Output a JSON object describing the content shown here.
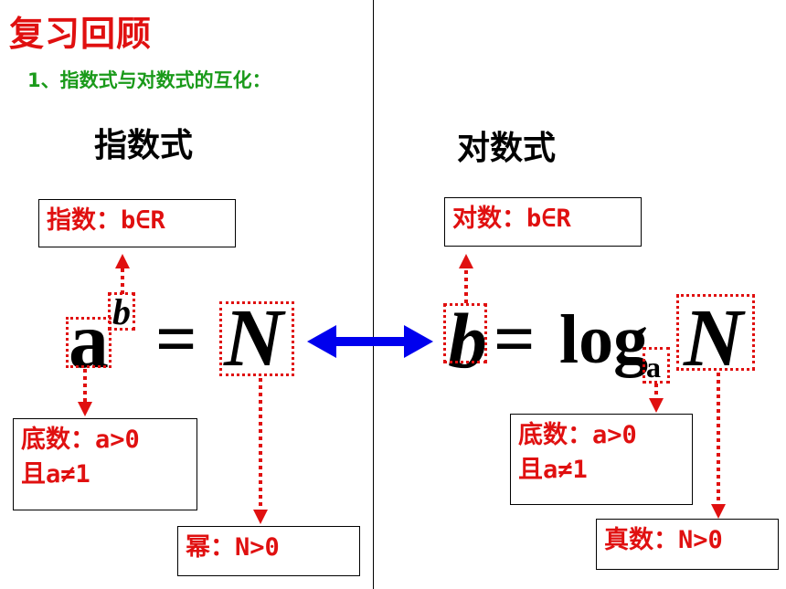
{
  "header": {
    "title": "复习回顾",
    "subtitle": "1、指数式与对数式的互化："
  },
  "left": {
    "heading": "指数式",
    "exponent_box": "指数：b∈R",
    "base_box_line1": "底数：a>0",
    "base_box_line2": "且a≠1",
    "power_box": "幂：N>0",
    "formula": {
      "base": "a",
      "exponent": "b",
      "equals": "=",
      "result": "N"
    }
  },
  "right": {
    "heading": "对数式",
    "log_box": "对数：b∈R",
    "base_box_line1": "底数：a>0",
    "base_box_line2": "且a≠1",
    "true_number_box": "真数：N>0",
    "formula": {
      "log_value": "b",
      "equals": "=",
      "log": "log",
      "base": "a",
      "argument": "N"
    }
  },
  "colors": {
    "title": "#e01010",
    "subtitle": "#1a9a1a",
    "annotation": "#e01010",
    "arrow": "#0000ee"
  }
}
